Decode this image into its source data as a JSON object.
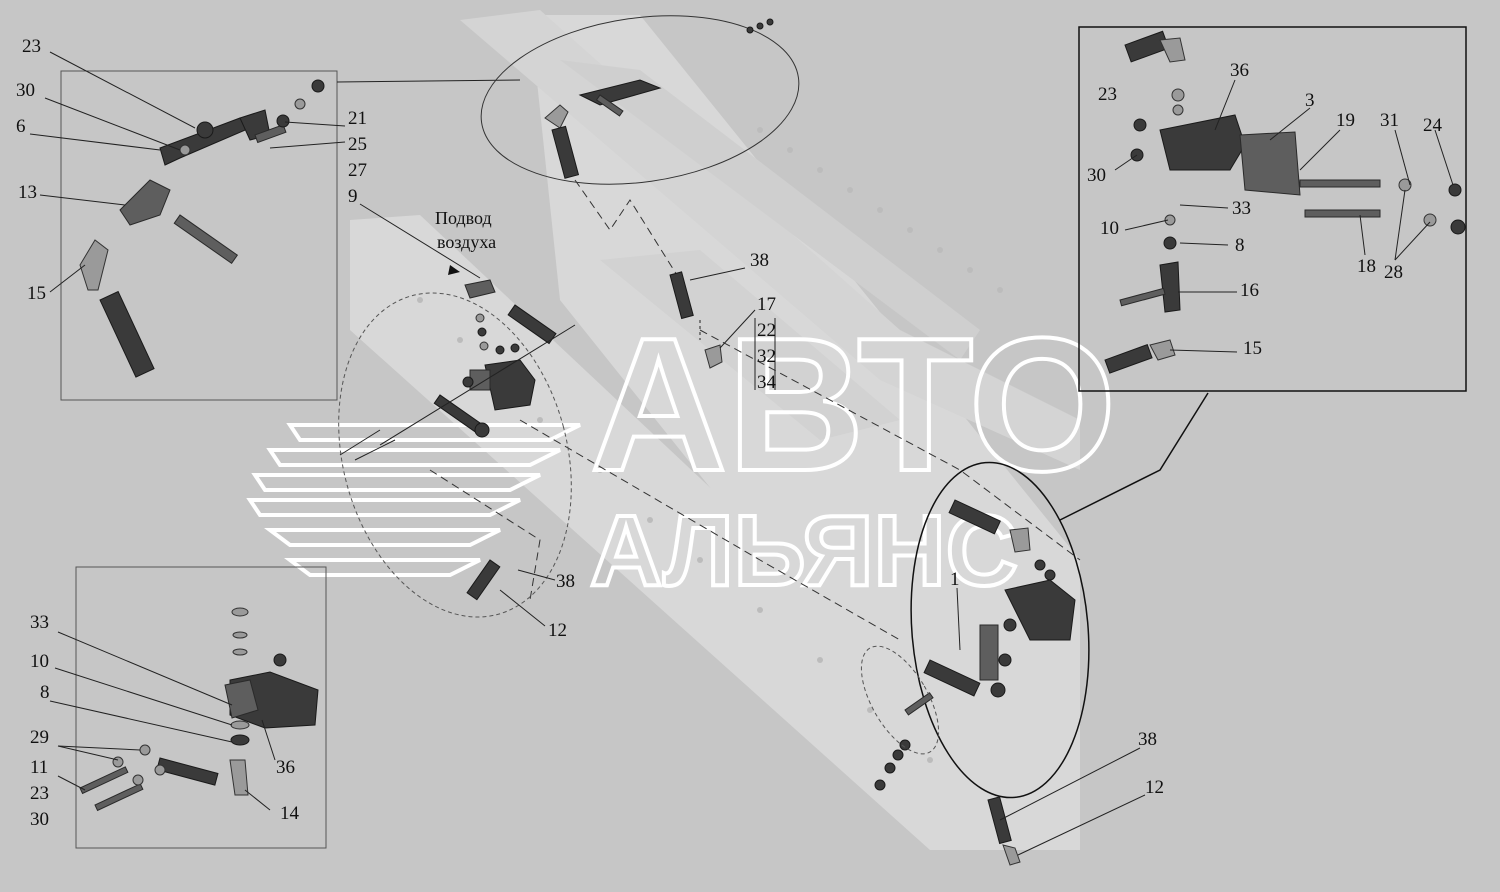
{
  "caption": {
    "line1": "Подвод",
    "line2": "воздуха"
  },
  "watermark": {
    "line1": "АВТО",
    "line2": "АЛЬЯНС"
  },
  "colors": {
    "background": "#c6c6c6",
    "frame": "#d9d9d9",
    "inset_fill": "#cfcfcf",
    "watermark_stroke": "#ffffff"
  },
  "labels": {
    "tl_23": "23",
    "tl_30": "30",
    "tl_6": "6",
    "tl_13": "13",
    "tl_15": "15",
    "tl_21": "21",
    "tl_25": "25",
    "tl_27": "27",
    "tl_9": "9",
    "c_38": "38",
    "c_17": "17",
    "c_22": "22",
    "c_32": "32",
    "c_34": "34",
    "m_38": "38",
    "m_12": "12",
    "tr_36": "36",
    "tr_3": "3",
    "tr_23": "23",
    "tr_19": "19",
    "tr_31": "31",
    "tr_24": "24",
    "tr_30": "30",
    "tr_33": "33",
    "tr_10": "10",
    "tr_8": "8",
    "tr_18": "18",
    "tr_28": "28",
    "tr_16": "16",
    "tr_15": "15",
    "br_1": "1",
    "br_38": "38",
    "br_12": "12",
    "bl_33": "33",
    "bl_10": "10",
    "bl_8": "8",
    "bl_29": "29",
    "bl_11": "11",
    "bl_23": "23",
    "bl_30": "30",
    "bl_36": "36",
    "bl_14": "14"
  }
}
